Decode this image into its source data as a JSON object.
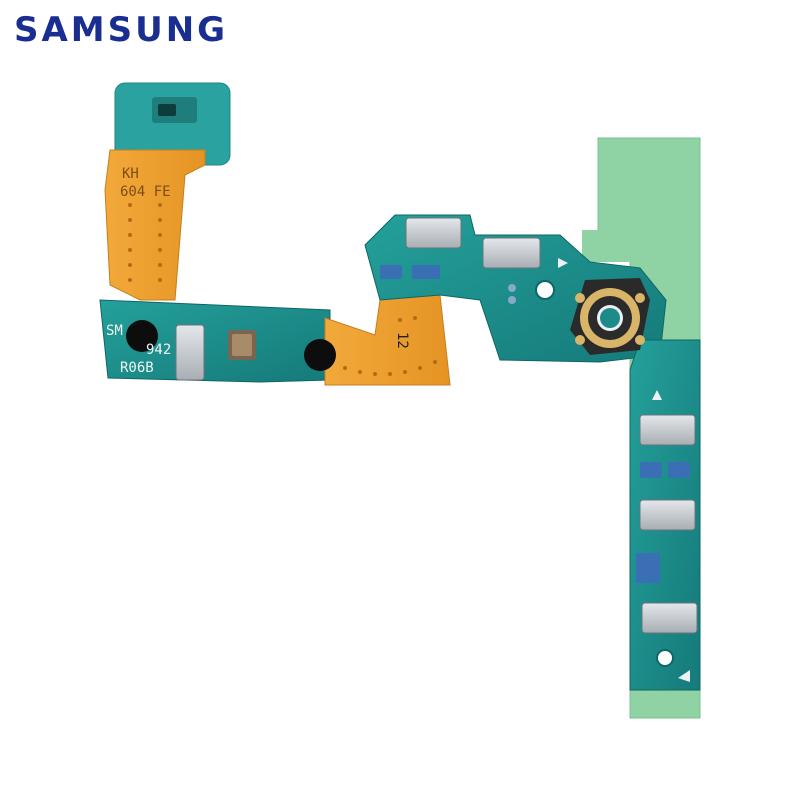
{
  "brand": {
    "name": "SAMSUNG",
    "color": "#1a2d91"
  },
  "product": {
    "markings": {
      "flex_code_line1": "KH",
      "flex_code_line2": "604 FE",
      "board_id": "R06B",
      "board_part": "SM",
      "board_number": "942",
      "flex_label": "12"
    },
    "colors": {
      "pcb": "#1c8b8a",
      "flex": "#f0a12c",
      "adhesive": "#8fd3a4",
      "contact": "#c9ced3",
      "connector_gold": "#d9b56a"
    }
  }
}
